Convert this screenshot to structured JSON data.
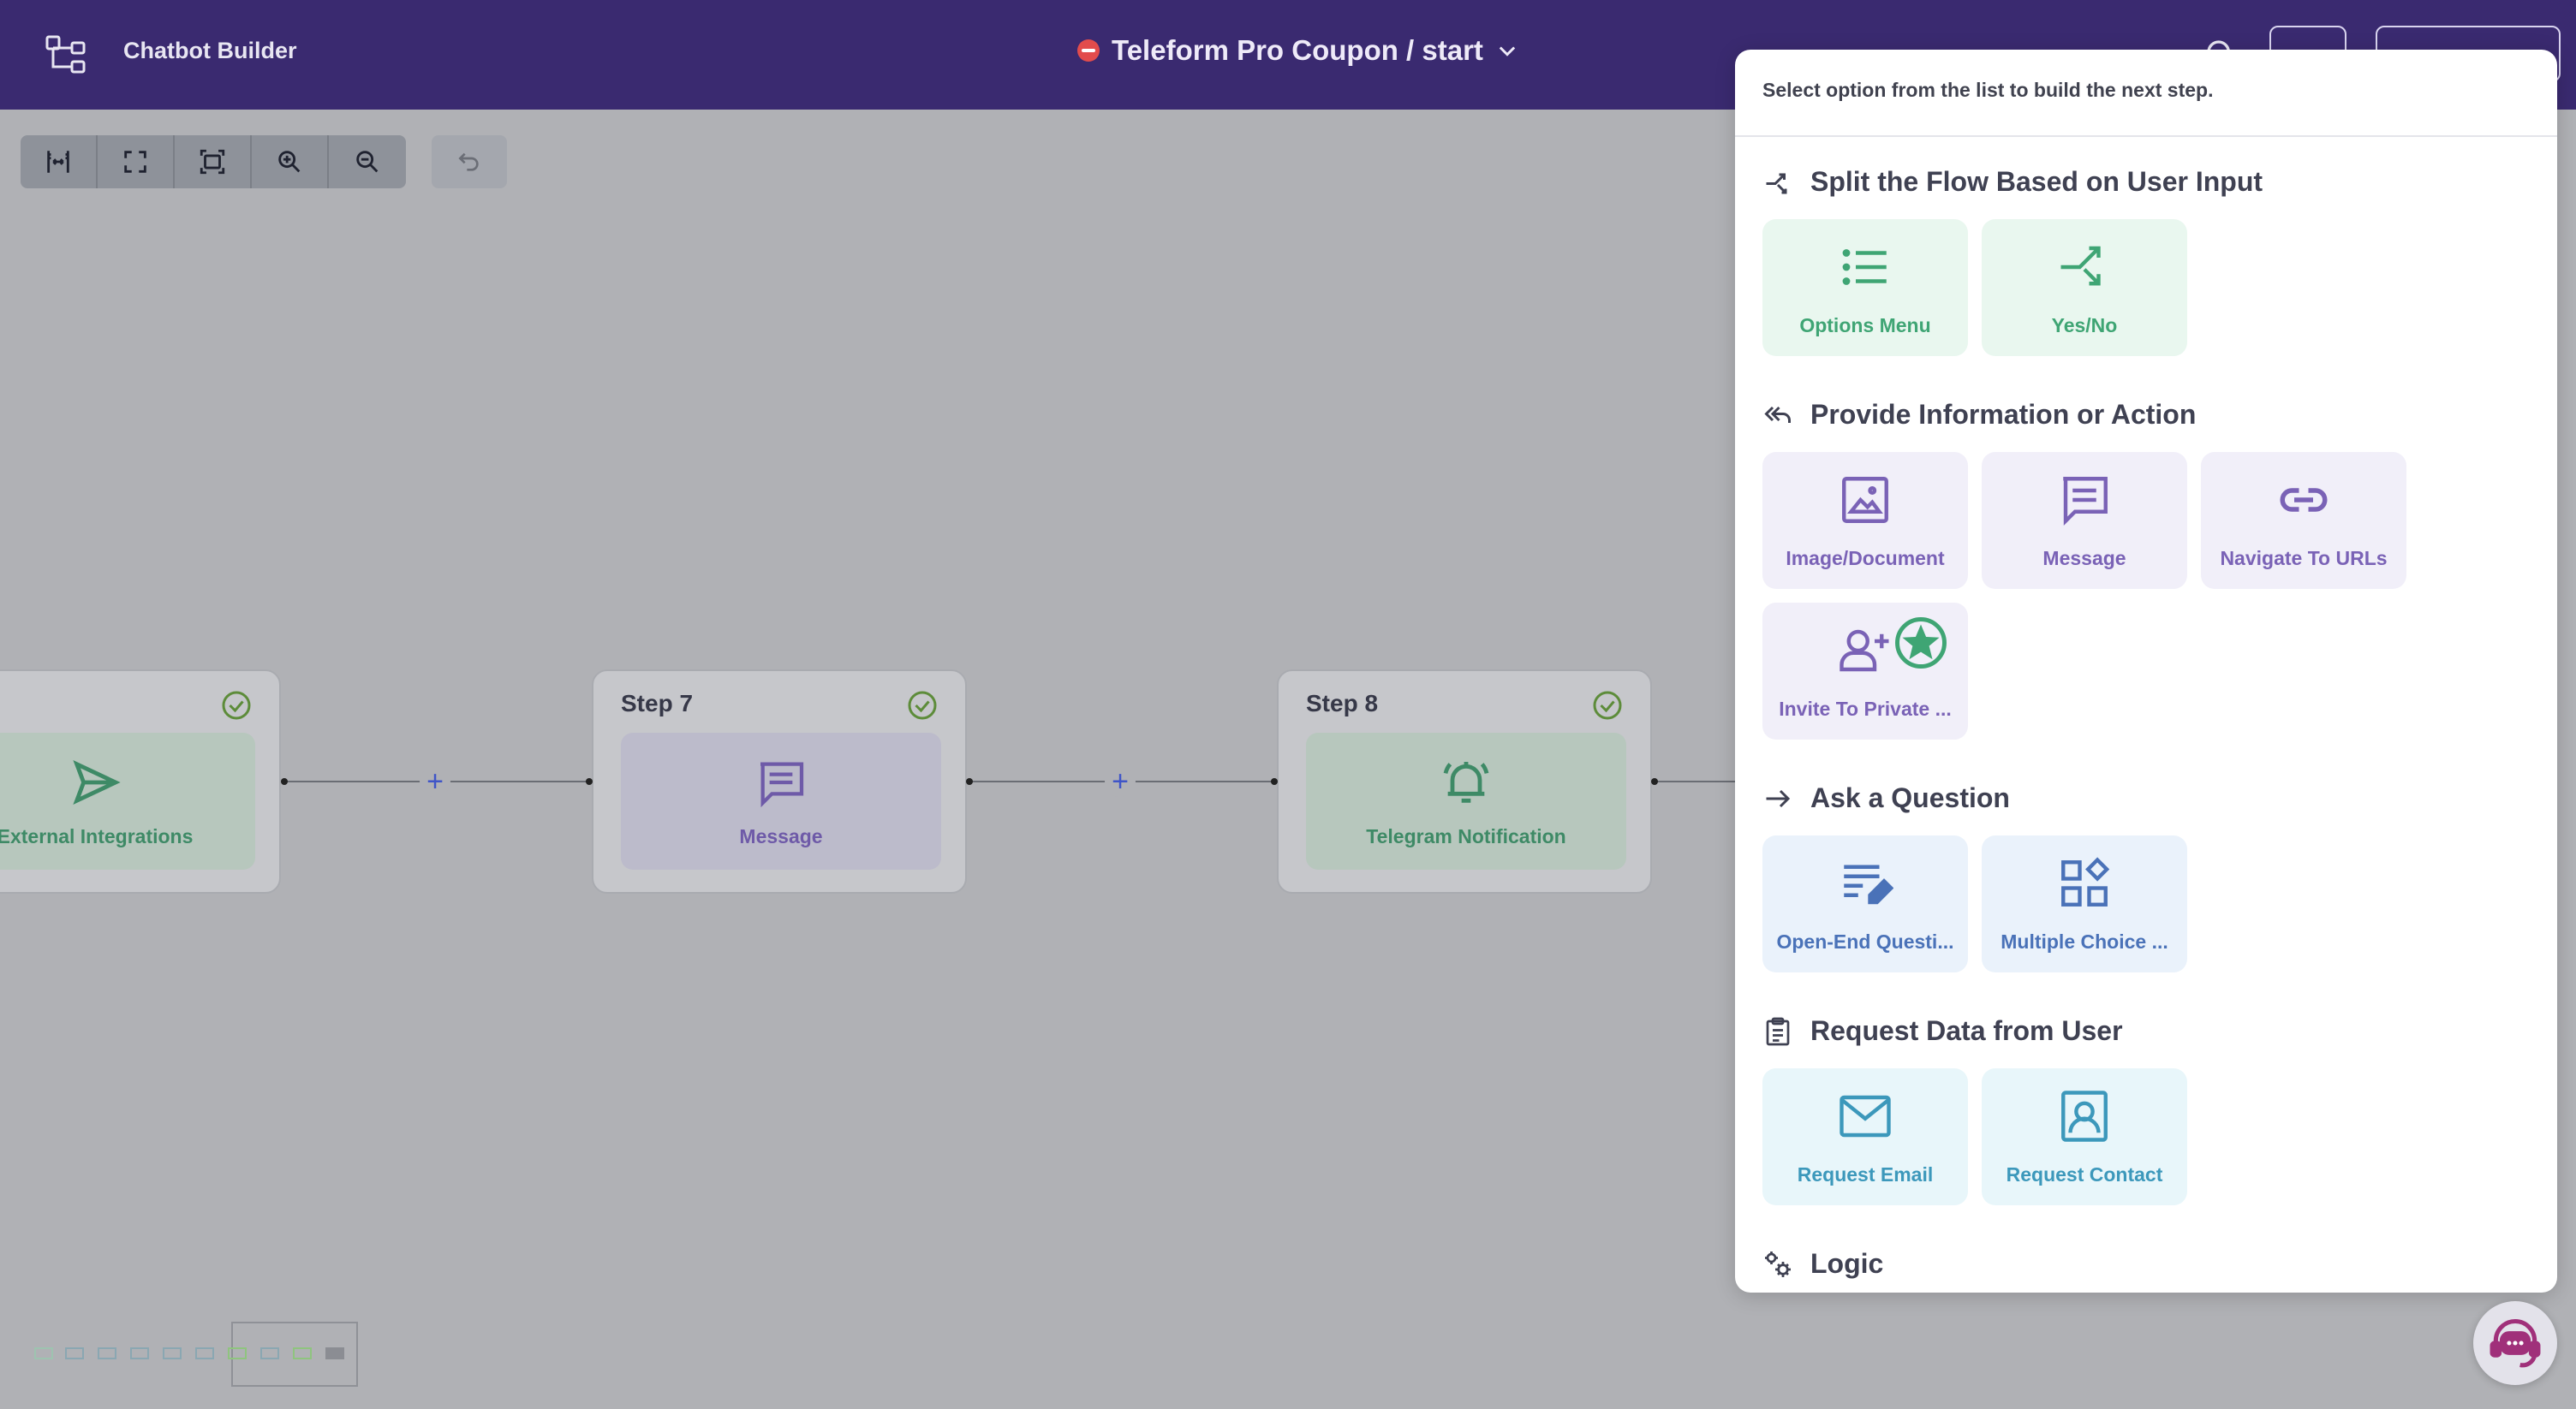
{
  "header": {
    "app_title": "Chatbot Builder",
    "flow_title": "Teleform Pro Coupon / start"
  },
  "canvas": {
    "toolbar_icons": [
      "fit-width-icon",
      "fullscreen-icon",
      "fit-view-icon",
      "zoom-in-icon",
      "zoom-out-icon"
    ],
    "undo_icon": "undo-icon",
    "nodes": [
      {
        "title": "",
        "card_label": "External Integrations",
        "icon": "send-icon",
        "color": "green"
      },
      {
        "title": "Step 7",
        "card_label": "Message",
        "icon": "message-icon",
        "color": "purple"
      },
      {
        "title": "Step 8",
        "card_label": "Telegram Notification",
        "icon": "bell-icon",
        "color": "green"
      }
    ]
  },
  "panel": {
    "hint": "Select option from the list to build the next step.",
    "sections": [
      {
        "title": "Split the Flow Based on User Input",
        "icon": "split-icon",
        "tiles": [
          {
            "label": "Options Menu",
            "icon": "list-icon",
            "color": "green"
          },
          {
            "label": "Yes/No",
            "icon": "split-arrow-icon",
            "color": "green"
          }
        ]
      },
      {
        "title": "Provide Information or Action",
        "icon": "reply-all-icon",
        "tiles": [
          {
            "label": "Image/Document",
            "icon": "image-icon",
            "color": "purple"
          },
          {
            "label": "Message",
            "icon": "message-icon",
            "color": "purple"
          },
          {
            "label": "Navigate To URLs",
            "icon": "link-icon",
            "color": "purple"
          },
          {
            "label": "Invite To Private ...",
            "icon": "add-user-icon",
            "color": "purple",
            "badge": "star-badge-icon"
          }
        ]
      },
      {
        "title": "Ask a Question",
        "icon": "arrow-right-icon",
        "tiles": [
          {
            "label": "Open-End Questi...",
            "icon": "edit-text-icon",
            "color": "blue"
          },
          {
            "label": "Multiple Choice ...",
            "icon": "grid-choice-icon",
            "color": "blue"
          }
        ]
      },
      {
        "title": "Request Data from User",
        "icon": "clipboard-icon",
        "tiles": [
          {
            "label": "Request Email",
            "icon": "envelope-icon",
            "color": "cyan"
          },
          {
            "label": "Request Contact",
            "icon": "contact-icon",
            "color": "cyan"
          }
        ]
      },
      {
        "title": "Logic",
        "icon": "gears-icon",
        "tiles": []
      }
    ]
  },
  "colors": {
    "header_bg": "#3a2a70",
    "canvas_overlay": "#b0b1b5",
    "green_accent": "#3fa574",
    "purple_accent": "#7a62b6",
    "blue_accent": "#4a72b8",
    "cyan_accent": "#3c98bb"
  }
}
